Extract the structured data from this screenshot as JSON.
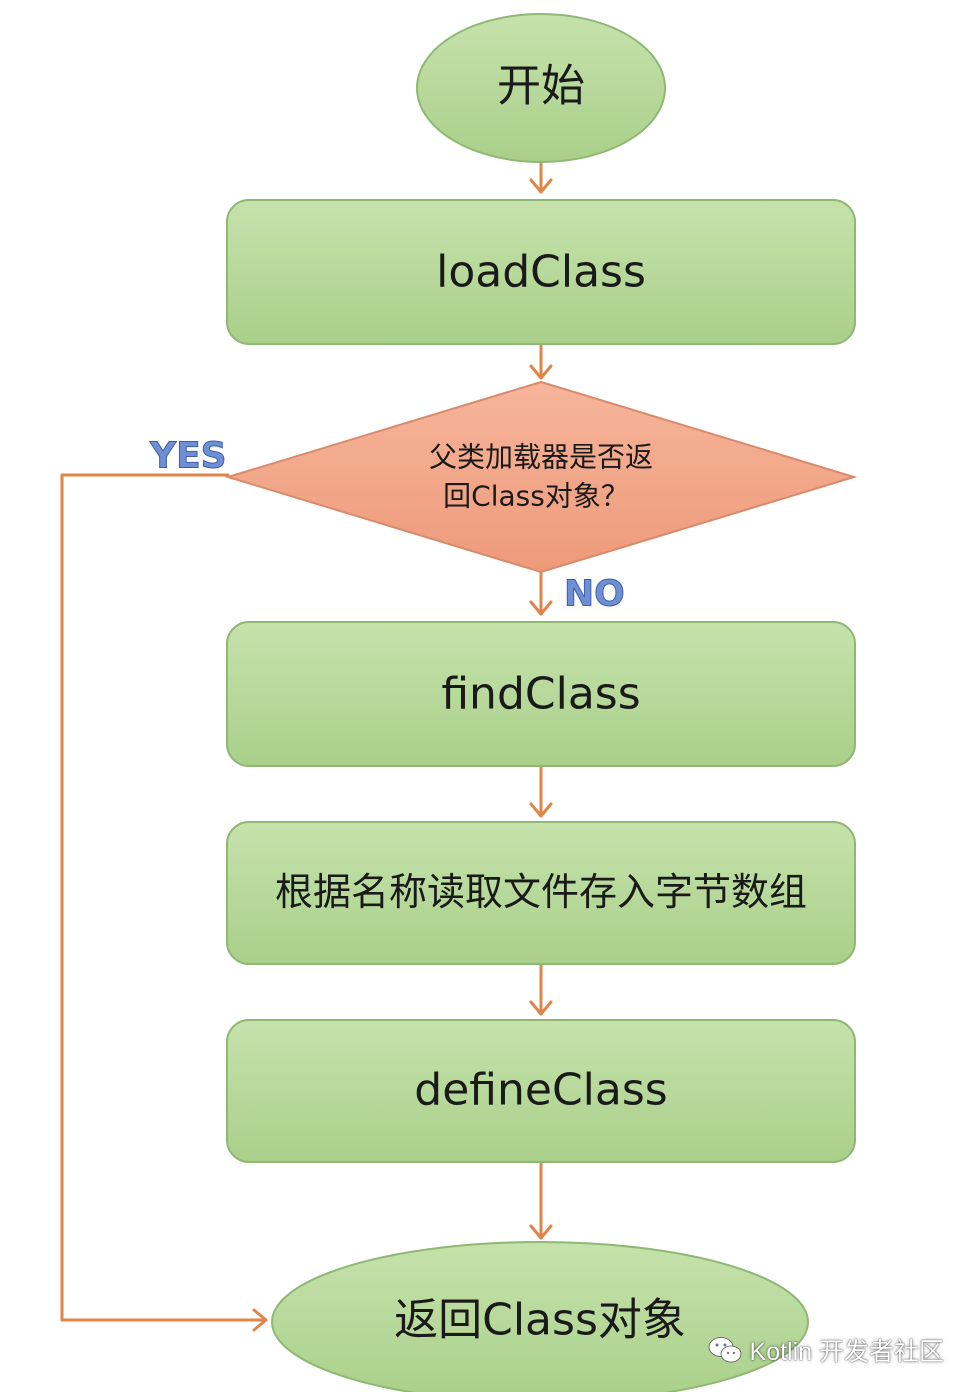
{
  "nodes": {
    "start": "开始",
    "load_class": "loadClass",
    "decision_line1": "父类加载器是否返",
    "decision_line2": "回Class对象？",
    "find_class": "findClass",
    "read_file": "根据名称读取文件存入字节数组",
    "define_class": "defineClass",
    "end": "返回Class对象"
  },
  "branches": {
    "yes": "YES",
    "no": "NO"
  },
  "watermark": {
    "icon": "wechat-icon",
    "text": "Kotlin 开发者社区"
  },
  "colors": {
    "node_fill": "#b7d99a",
    "node_stroke": "#8eb873",
    "decision_fill": "#f2a587",
    "decision_stroke": "#d98a6b",
    "connector": "#e0854a",
    "branch_label": "#6f8fd4"
  }
}
